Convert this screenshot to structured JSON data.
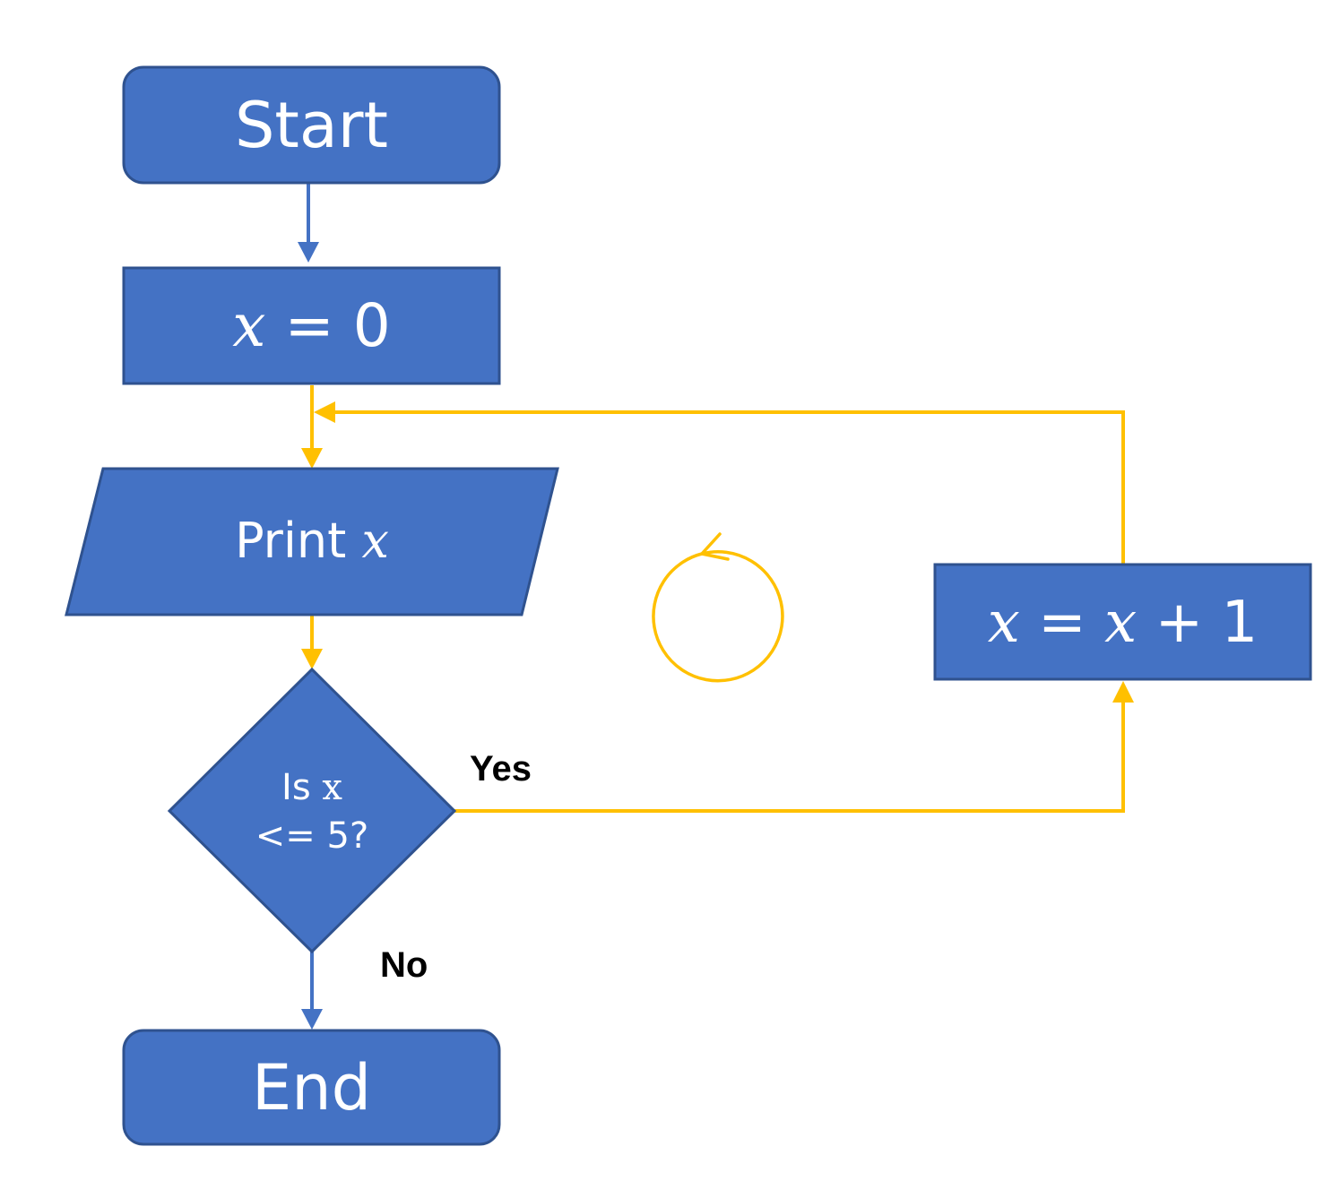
{
  "colors": {
    "node_fill": "#4472c4",
    "node_stroke": "#2f528f",
    "flow_blue": "#4472c4",
    "loop_yellow": "#ffc000",
    "label_text": "#000000"
  },
  "nodes": {
    "start": {
      "shape": "rounded-rectangle",
      "label": "Start"
    },
    "init": {
      "shape": "rectangle",
      "var": "x",
      "rest": " = 0"
    },
    "print": {
      "shape": "parallelogram",
      "prefix": "Print ",
      "var": "x"
    },
    "decision": {
      "shape": "diamond",
      "line1_prefix": "Is ",
      "line1_var": "x",
      "line2": "<= 5?"
    },
    "increment": {
      "shape": "rectangle",
      "var1": "x",
      "mid": " = ",
      "var2": "x",
      "rest": " + 1"
    },
    "end": {
      "shape": "rounded-rectangle",
      "label": "End"
    }
  },
  "edges": {
    "yes_label": "Yes",
    "no_label": "No"
  },
  "icons": {
    "loop": "loop-cycle-icon"
  }
}
